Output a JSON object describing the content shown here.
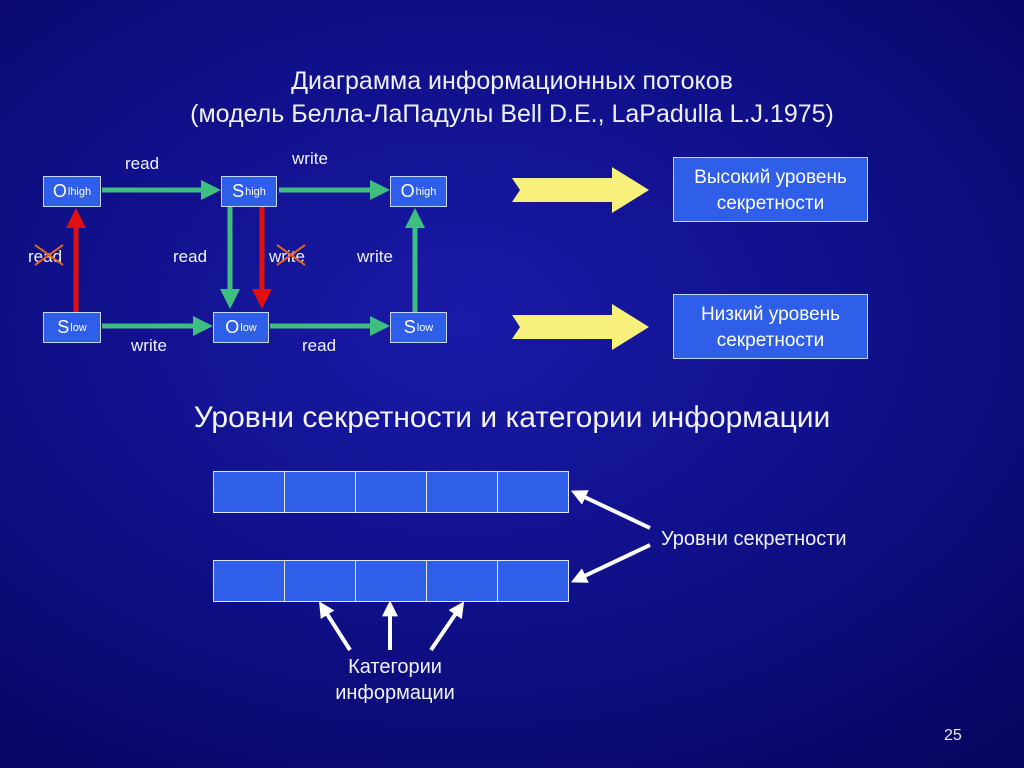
{
  "title_line1": "Диаграмма информационных потоков",
  "title_line2": "(модель Белла-ЛаПадулы Bell D.E., LaPadulla L.J.1975)",
  "nodes": [
    {
      "letter": "O",
      "sub": "lhigh"
    },
    {
      "letter": "S",
      "sub": "high"
    },
    {
      "letter": "O",
      "sub": "high"
    },
    {
      "letter": "S",
      "sub": "low"
    },
    {
      "letter": "O",
      "sub": "low"
    },
    {
      "letter": "S",
      "sub": "low"
    }
  ],
  "edge_labels": {
    "top_read": "read",
    "top_write": "write",
    "left_read": "read",
    "mid_read": "read",
    "mid_write": "write",
    "right_write": "write",
    "bottom_write": "write",
    "bottom_read": "read"
  },
  "levels": {
    "high": "Высокий уровень секретности",
    "low": "Низкий уровень секретности"
  },
  "subtitle": "Уровни секретности и категории информации",
  "labels": {
    "security_levels": "Уровни секретности",
    "categories": "Категории информации"
  },
  "colors": {
    "green_arrow": "#3fbf7f",
    "red_arrow": "#e01010",
    "yellow_arrow": "#f7f07a",
    "box_fill": "#2f5ee8"
  },
  "page_number": "25"
}
